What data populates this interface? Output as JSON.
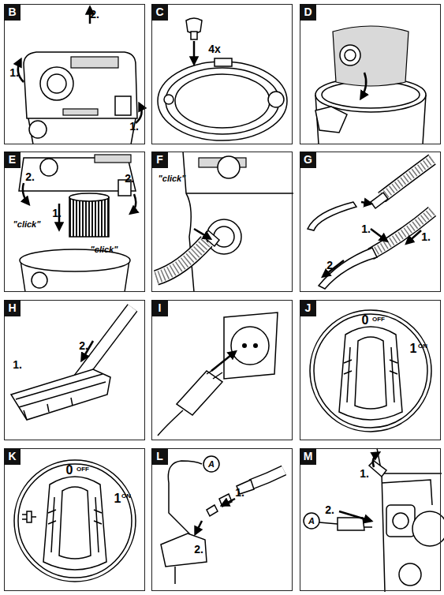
{
  "diagram": {
    "nodes": [
      {
        "text": [
          "B"
        ]
      },
      {
        "text": [
          "C"
        ]
      },
      {
        "text": [
          "D"
        ]
      },
      {
        "text": [
          "E"
        ]
      },
      {
        "text": [
          "F"
        ]
      },
      {
        "text": [
          "G"
        ]
      },
      {
        "text": [
          "H"
        ]
      },
      {
        "text": [
          "I"
        ]
      },
      {
        "text": [
          "J"
        ]
      },
      {
        "text": [
          "K"
        ]
      },
      {
        "text": [
          "L"
        ]
      },
      {
        "text": [
          "M"
        ]
      }
    ],
    "labels": [
      "2.",
      "1.",
      "1.",
      "4x",
      "2.",
      "2.",
      "1.",
      "\"click\"",
      "\"click\"",
      "\"click\"",
      "1.",
      "1.",
      "2.",
      "1.",
      "2.",
      "0",
      "OFF",
      "1",
      "ON",
      "0",
      "OFF",
      "1",
      "ON",
      "A",
      "1.",
      "2.",
      "1.",
      "A",
      "2."
    ]
  }
}
